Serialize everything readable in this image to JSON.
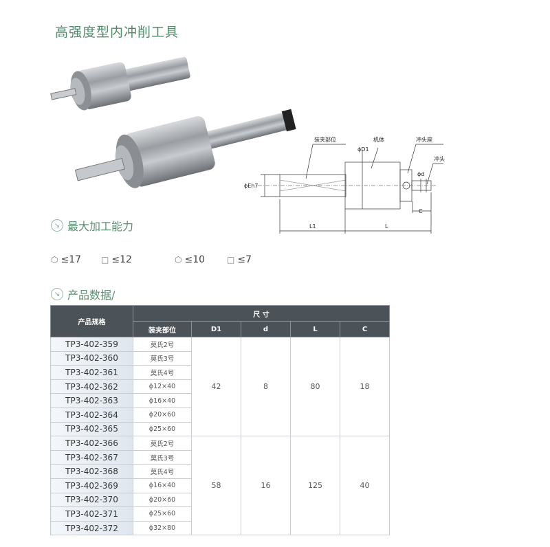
{
  "title": "高强度型内冲削工具",
  "diagram": {
    "labels": {
      "clamp": "装夹部位",
      "body": "机体",
      "punch_seat": "冲头座",
      "punch": "冲头",
      "d1": "ϕD1",
      "d": "ϕd",
      "eh7": "ϕEh7",
      "c": "C",
      "l1": "L1",
      "l": "L"
    }
  },
  "capacity": {
    "heading": "最大加工能力",
    "items": [
      {
        "shape": "hexagon",
        "glyph": "⬡",
        "value": "≤17"
      },
      {
        "shape": "square",
        "glyph": "□",
        "value": "≤12"
      },
      {
        "shape": "hexagon",
        "glyph": "⬡",
        "value": "≤10"
      },
      {
        "shape": "square",
        "glyph": "□",
        "value": "≤7"
      }
    ]
  },
  "product_data": {
    "heading": "产品数据/",
    "headers": {
      "model": "产品规格",
      "dimensions": "尺 寸",
      "clamp": "装夹部位",
      "d1": "D1",
      "d": "d",
      "l": "L",
      "c": "C"
    },
    "groups": [
      {
        "d1": "42",
        "d": "8",
        "l": "80",
        "c": "18",
        "rows": [
          {
            "model": "TP3-402-359",
            "clamp": "莫氏2号"
          },
          {
            "model": "TP3-402-360",
            "clamp": "莫氏3号"
          },
          {
            "model": "TP3-402-361",
            "clamp": "莫氏4号"
          },
          {
            "model": "TP3-402-362",
            "clamp": "ϕ12×40"
          },
          {
            "model": "TP3-402-363",
            "clamp": "ϕ16×40"
          },
          {
            "model": "TP3-402-364",
            "clamp": "ϕ20×60"
          },
          {
            "model": "TP3-402-365",
            "clamp": "ϕ25×60"
          }
        ]
      },
      {
        "d1": "58",
        "d": "16",
        "l": "125",
        "c": "40",
        "rows": [
          {
            "model": "TP3-402-366",
            "clamp": "莫氏2号"
          },
          {
            "model": "TP3-402-367",
            "clamp": "莫氏3号"
          },
          {
            "model": "TP3-402-368",
            "clamp": "莫氏4号"
          },
          {
            "model": "TP3-402-369",
            "clamp": "ϕ16×40"
          },
          {
            "model": "TP3-402-370",
            "clamp": "ϕ20×60"
          },
          {
            "model": "TP3-402-371",
            "clamp": "ϕ25×60"
          },
          {
            "model": "TP3-402-372",
            "clamp": "ϕ32×80"
          }
        ]
      }
    ]
  }
}
